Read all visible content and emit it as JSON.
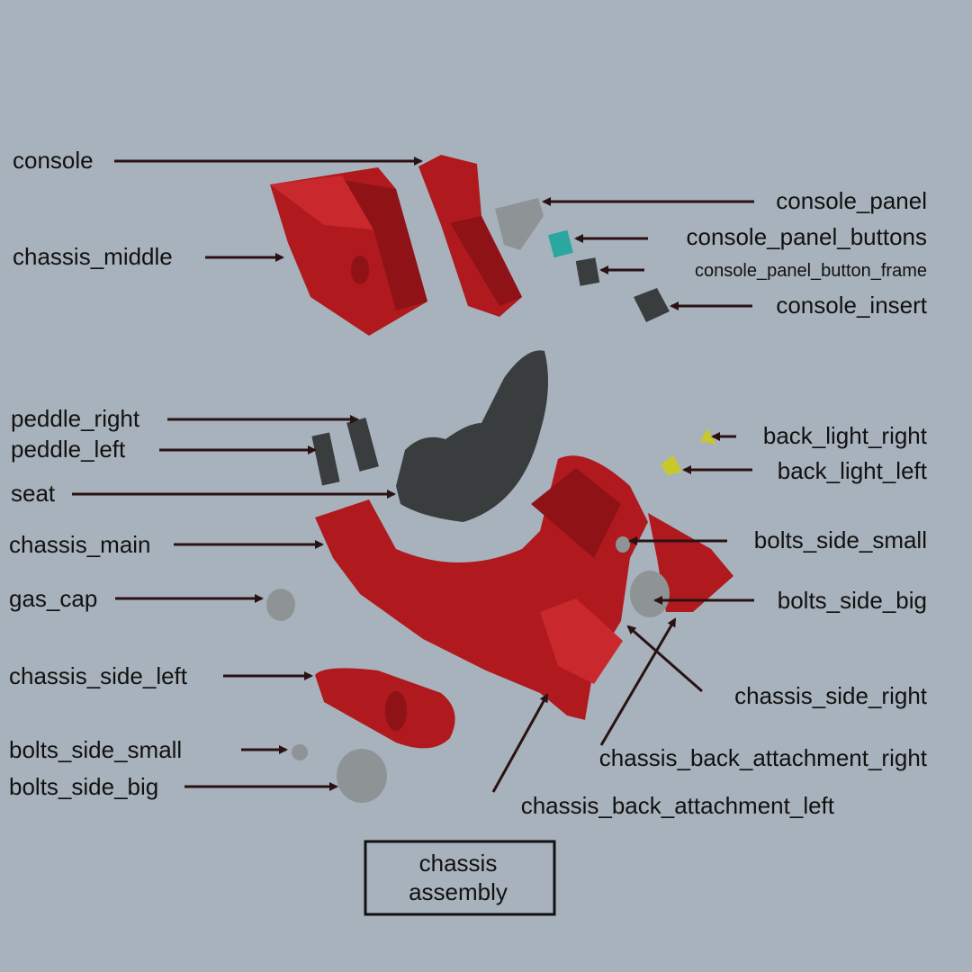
{
  "title": [
    "chassis",
    "assembly"
  ],
  "labels_left": [
    {
      "id": "console",
      "text": "console"
    },
    {
      "id": "chassis-middle",
      "text": "chassis_middle"
    },
    {
      "id": "peddle-right",
      "text": "peddle_right"
    },
    {
      "id": "peddle-left",
      "text": "peddle_left"
    },
    {
      "id": "seat",
      "text": "seat"
    },
    {
      "id": "chassis-main",
      "text": "chassis_main"
    },
    {
      "id": "gas-cap",
      "text": "gas_cap"
    },
    {
      "id": "chassis-side-left",
      "text": "chassis_side_left"
    },
    {
      "id": "bolts-side-small-left",
      "text": "bolts_side_small"
    },
    {
      "id": "bolts-side-big-left",
      "text": "bolts_side_big"
    }
  ],
  "labels_right": [
    {
      "id": "console-panel",
      "text": "console_panel"
    },
    {
      "id": "console-panel-buttons",
      "text": "console_panel_buttons"
    },
    {
      "id": "console-panel-button-frame",
      "text": "console_panel_button_frame"
    },
    {
      "id": "console-insert",
      "text": "console_insert"
    },
    {
      "id": "back-light-right",
      "text": "back_light_right"
    },
    {
      "id": "back-light-left",
      "text": "back_light_left"
    },
    {
      "id": "bolts-side-small-right",
      "text": "bolts_side_small"
    },
    {
      "id": "bolts-side-big-right",
      "text": "bolts_side_big"
    },
    {
      "id": "chassis-side-right",
      "text": "chassis_side_right"
    },
    {
      "id": "chassis-back-attachment-right",
      "text": "chassis_back_attachment_right"
    },
    {
      "id": "chassis-back-attachment-left",
      "text": "chassis_back_attachment_left"
    }
  ],
  "colors": {
    "background": "#a8b2bc",
    "part_red": "#b0191e",
    "part_gray": "#8e9396",
    "seat": "#3a3d3e",
    "buttons": "#2aa8a0",
    "back_light": "#c8c82a",
    "arrow": "#2a1214"
  }
}
